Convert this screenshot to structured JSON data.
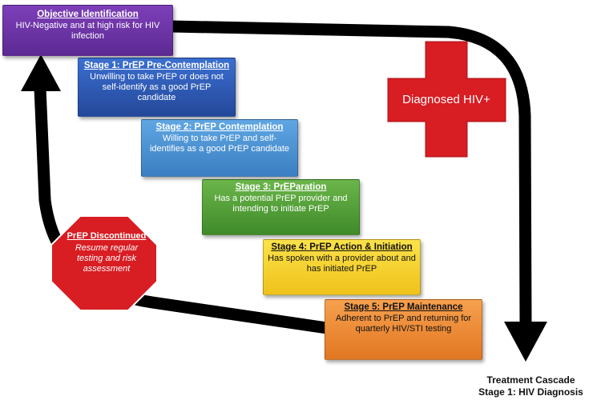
{
  "objective": {
    "title": "Objective Identification",
    "description": "HIV-Negative and at high risk for HIV infection",
    "color": "#6a33a8"
  },
  "stages": [
    {
      "title": "Stage 1: PrEP Pre-Contemplation",
      "description": "Unwilling to take PrEP or does not self-identify as a good PrEP candidate",
      "color": "#2f5cb8"
    },
    {
      "title": "Stage 2: PrEP Contemplation",
      "description": "Willing to take PrEP and self-identifies as a good PrEP candidate",
      "color": "#4a92d6"
    },
    {
      "title": "Stage 3: PrEParation",
      "description": "Has a potential PrEP provider and intending to initiate PrEP",
      "color": "#58a23a"
    },
    {
      "title": "Stage 4: PrEP Action & Initiation",
      "description": "Has spoken with a provider about and has initiated PrEP",
      "color": "#f5d22a"
    },
    {
      "title": "Stage 5: PrEP Maintenance",
      "description": "Adherent to PrEP and returning for quarterly HIV/STI testing",
      "color": "#ee8a35"
    }
  ],
  "discontinued": {
    "title": "PrEP Discontinued",
    "description": "Resume regular testing and risk assessment",
    "color": "#d81d23"
  },
  "diagnosed": {
    "label": "Diagnosed HIV+",
    "color": "#d81d23"
  },
  "cascade": {
    "line1": "Treatment Cascade",
    "line2": "Stage 1: HIV Diagnosis"
  }
}
